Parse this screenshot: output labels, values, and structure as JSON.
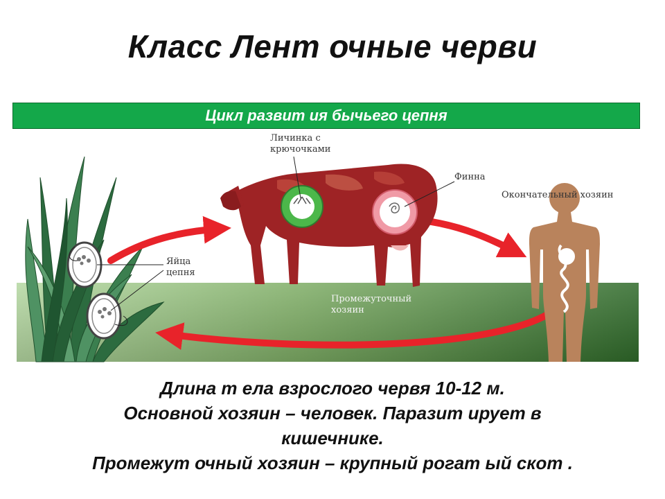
{
  "title": "Класс Лент очные черви",
  "banner": "Цикл развит ия бычьего цепня",
  "labels": {
    "larva": [
      "Личинка с",
      "крючочками"
    ],
    "finna": "Финна",
    "final_host": "Окончательный хозяин",
    "eggs": [
      "Яйца",
      "цепня"
    ],
    "intermediate_host": [
      "Промежуточный",
      "хозяин"
    ]
  },
  "description": [
    "Длина т ела взрослого червя 10-12 м.",
    "Основной хозяин – человек. Паразит ирует  в",
    "кишечнике.",
    "Промежут очный хозяин  – крупный рогат ый скот ."
  ],
  "colors": {
    "banner": "#14a84a",
    "ground_light": "#a8cf96",
    "ground_dark": "#2e6e2a",
    "cow": "#9e2325",
    "human": "#b9835c",
    "arrow": "#e8232a",
    "larva_circle": "#4cb74a",
    "finna_circle": "#f09aa6"
  }
}
